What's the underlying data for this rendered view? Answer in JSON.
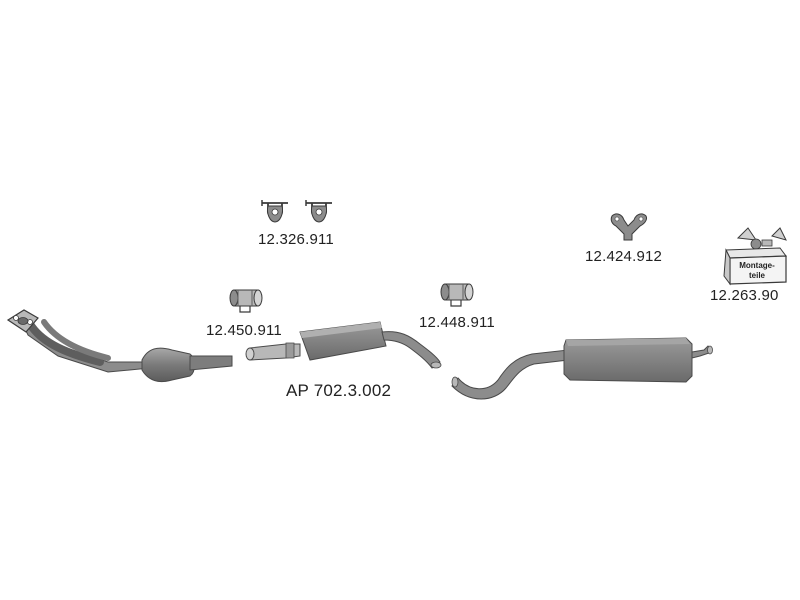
{
  "parts": {
    "clamp_pair": {
      "part_no": "12.326.911",
      "icon": "hanger-clamp-icon"
    },
    "clamp_left": {
      "part_no": "12.450.911",
      "icon": "pipe-clamp-icon"
    },
    "clamp_mid": {
      "part_no": "12.448.911",
      "icon": "pipe-clamp-icon"
    },
    "mount": {
      "part_no": "12.424.912",
      "icon": "y-mount-icon"
    },
    "kit": {
      "part_no": "12.263.90",
      "icon": "toolbox-icon",
      "box_label": [
        "Montage-",
        "teile"
      ]
    },
    "middle_silencer": {
      "part_no": "AP 702.3.002"
    }
  },
  "colors": {
    "part_fill": "#8c8c8c",
    "part_dark": "#5e5e5e",
    "part_light": "#b8b8b8",
    "line": "#3a3a3a"
  }
}
